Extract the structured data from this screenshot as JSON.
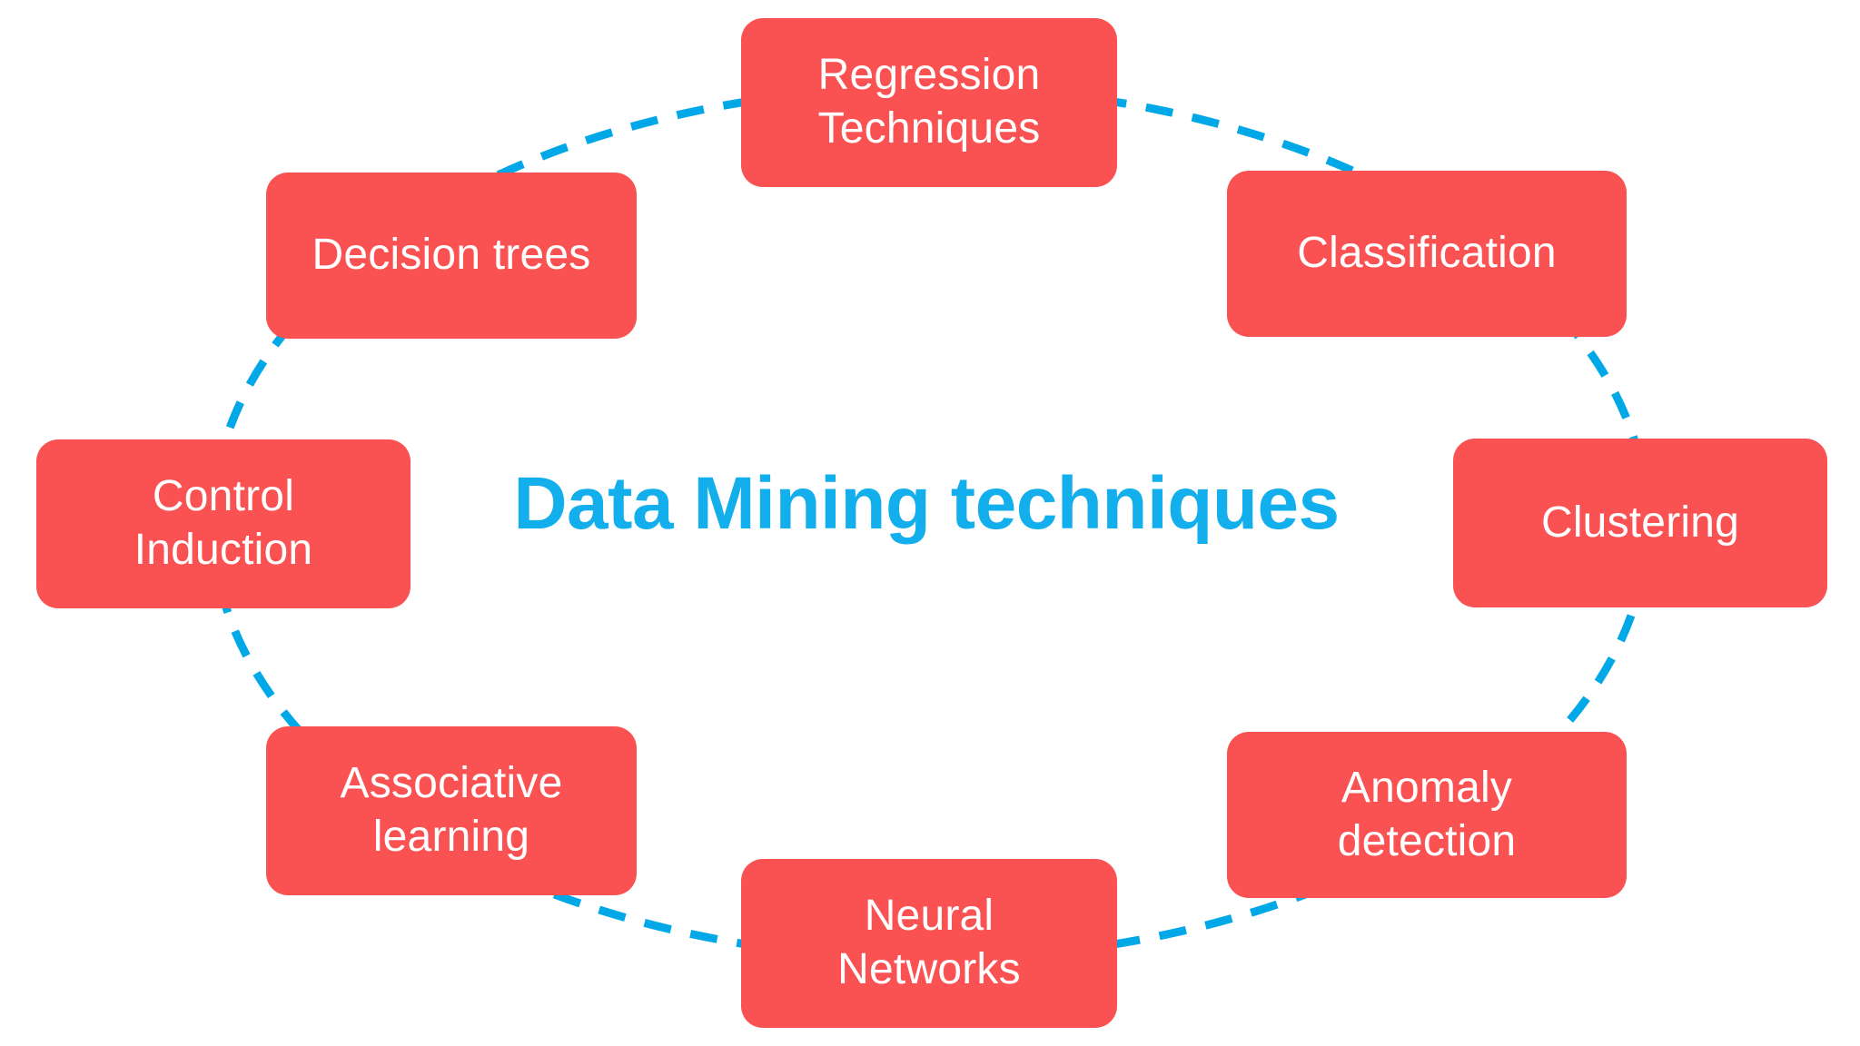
{
  "diagram": {
    "title": "Data Mining techniques",
    "title_color": "#13AEEC",
    "node_color": "#FA5252",
    "node_text_color": "#FFFFFF",
    "connector_color": "#00A8E8",
    "connector_style": "dashed-ellipse",
    "background": "#FFFFFF",
    "nodes": [
      {
        "id": "regression-techniques",
        "label": "Regression\nTechniques",
        "position": "top-center"
      },
      {
        "id": "classification",
        "label": "Classification",
        "position": "top-right"
      },
      {
        "id": "clustering",
        "label": "Clustering",
        "position": "right"
      },
      {
        "id": "anomaly-detection",
        "label": "Anomaly\ndetection",
        "position": "bottom-right"
      },
      {
        "id": "neural-networks",
        "label": "Neural\nNetworks",
        "position": "bottom-center"
      },
      {
        "id": "associative-learning",
        "label": "Associative\nlearning",
        "position": "bottom-left"
      },
      {
        "id": "control-induction",
        "label": "Control\nInduction",
        "position": "left"
      },
      {
        "id": "decision-trees",
        "label": "Decision trees",
        "position": "top-left"
      }
    ]
  }
}
